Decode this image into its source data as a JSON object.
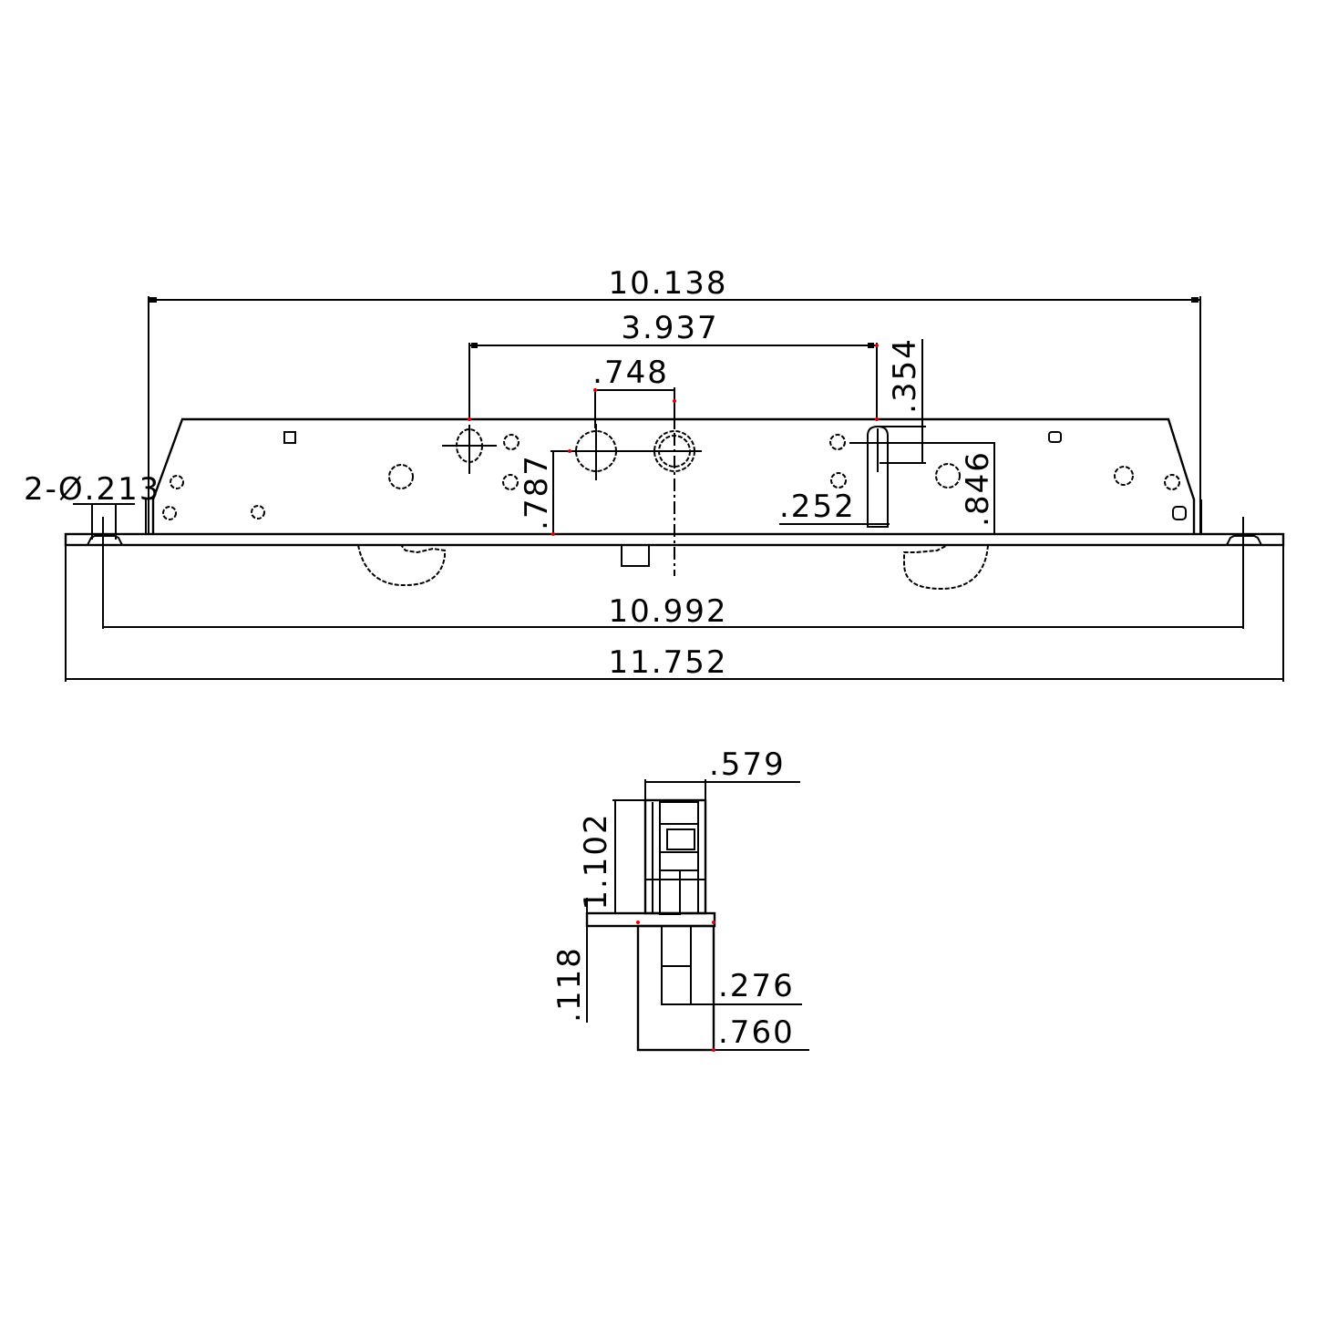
{
  "drawing": {
    "type": "engineering-drawing",
    "units": "inch",
    "front_view": {
      "dimensions": {
        "overall_top": "10.138",
        "hole_span": "3.937",
        "hole_pitch": ".748",
        "slot_height": ".354",
        "left_hole_height": ".787",
        "right_height": ".846",
        "slot_width": ".252",
        "hole_callout": "2-Ø.213",
        "inner_length": "10.992",
        "overall_length": "11.752"
      }
    },
    "side_view": {
      "dimensions": {
        "top_width": ".579",
        "height": "1.102",
        "flange_thickness": ".118",
        "inner_width": ".276",
        "base_width": ".760"
      }
    }
  }
}
